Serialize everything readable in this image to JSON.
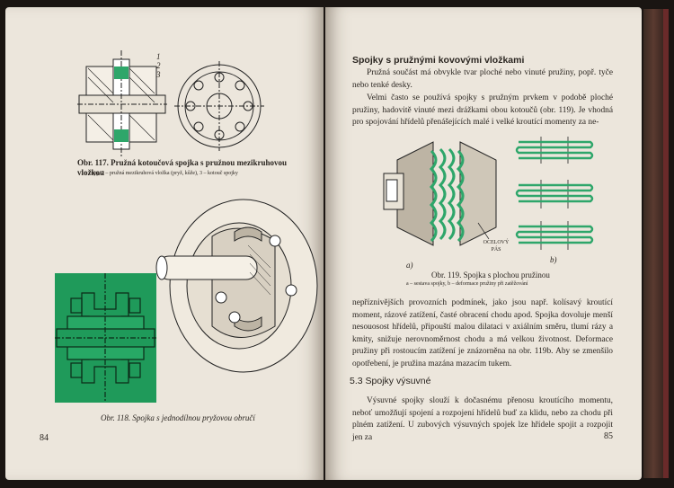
{
  "left_page": {
    "fig117": {
      "title": "Obr. 117. Pružná kotoučová spojka s pružnou mezikruhovou vložkou",
      "caption": "1 – čepy, 2 – pružná mezikruhová vložka (pryž, kůže), 3 – kotouč spojky",
      "labels": [
        "1",
        "2",
        "3"
      ]
    },
    "fig118": {
      "caption": "Obr. 118. Spojka s jednodílnou pryžovou obručí"
    },
    "page_number": "84"
  },
  "right_page": {
    "section_heading": "Spojky s pružnými kovovými vložkami",
    "paragraph1": "Pružná součást má obvykle tvar ploché nebo vinuté pružiny, popř. tyče nebo tenké desky.",
    "paragraph2": "Velmi často se používá spojky s pružným prvkem v podobě ploché pružiny, hadovitě vinuté mezi drážkami obou kotoučů (obr. 119). Je vhodná pro spojování hřídelů přenášejících malé i velké kroutící momenty za ne-",
    "fig119": {
      "label_pas": "OCELOVÝ PÁS",
      "label_a": "a)",
      "label_b": "b)",
      "title": "Obr. 119. Spojka s plochou pružinou",
      "caption": "a – sestava spojky, b – deformace pružiny při zatěžování"
    },
    "paragraph3": "nepříznivějších provozních podmínek, jako jsou např. kolísavý kroutící moment, rázové zatížení, časté obracení chodu apod. Spojka dovoluje menší nesouosost hřídelů, připouští malou dilataci v axiálním směru, tlumí rázy a kmity, snižuje nerovnoměrnost chodu a má velkou životnost. Deformace pružiny při rostoucím zatížení je znázorněna na obr. 119b. Aby se zmenšilo opotřebení, je pružina mazána mazacím tukem.",
    "section_number_heading": "5.3 Spojky výsuvné",
    "paragraph4": "Výsuvné spojky slouží k dočasnému přenosu kroutícího momentu, neboť umožňují spojení a rozpojení hřídelů buď za klidu, nebo za chodu při plném zatížení. U zubových výsuvných spojek lze hřídele spojit a rozpojit jen za",
    "page_number": "85"
  }
}
